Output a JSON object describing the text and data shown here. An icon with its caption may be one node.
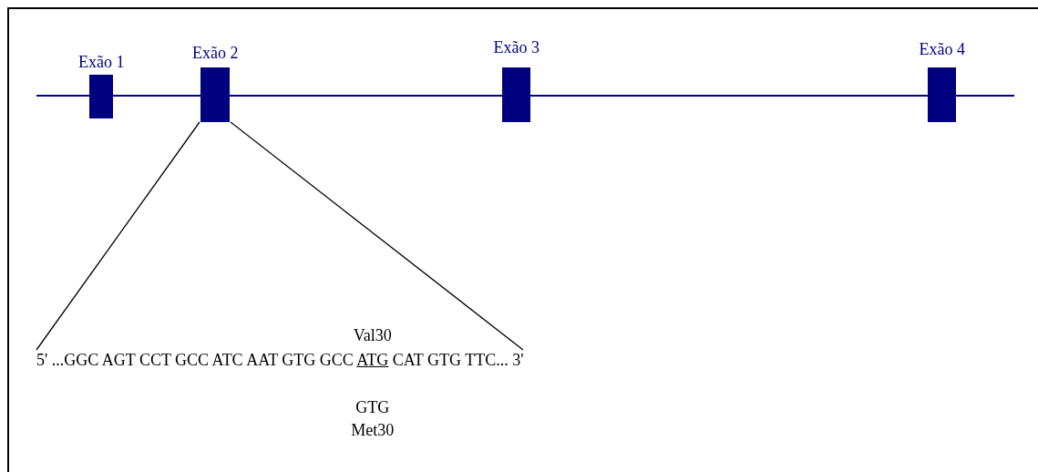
{
  "diagram": {
    "nodes": [
      {
        "text": [
          "Exão 1"
        ]
      },
      {
        "text": [
          "Exão 2"
        ]
      },
      {
        "text": [
          "Exão 3"
        ]
      },
      {
        "text": [
          "Exão 4"
        ]
      },
      {
        "text": [
          "5' ...GGC AGT CCT GCC ATC AAT GTG GCC",
          "ATG",
          "CAT GTG TTC... 3'"
        ]
      }
    ],
    "edges": [
      {
        "from": 1,
        "to": 4,
        "arrow": "none"
      },
      {
        "from": 1,
        "to": 4,
        "arrow": "none"
      }
    ],
    "labels": [
      "Val30",
      "GTG",
      "Met30"
    ]
  }
}
